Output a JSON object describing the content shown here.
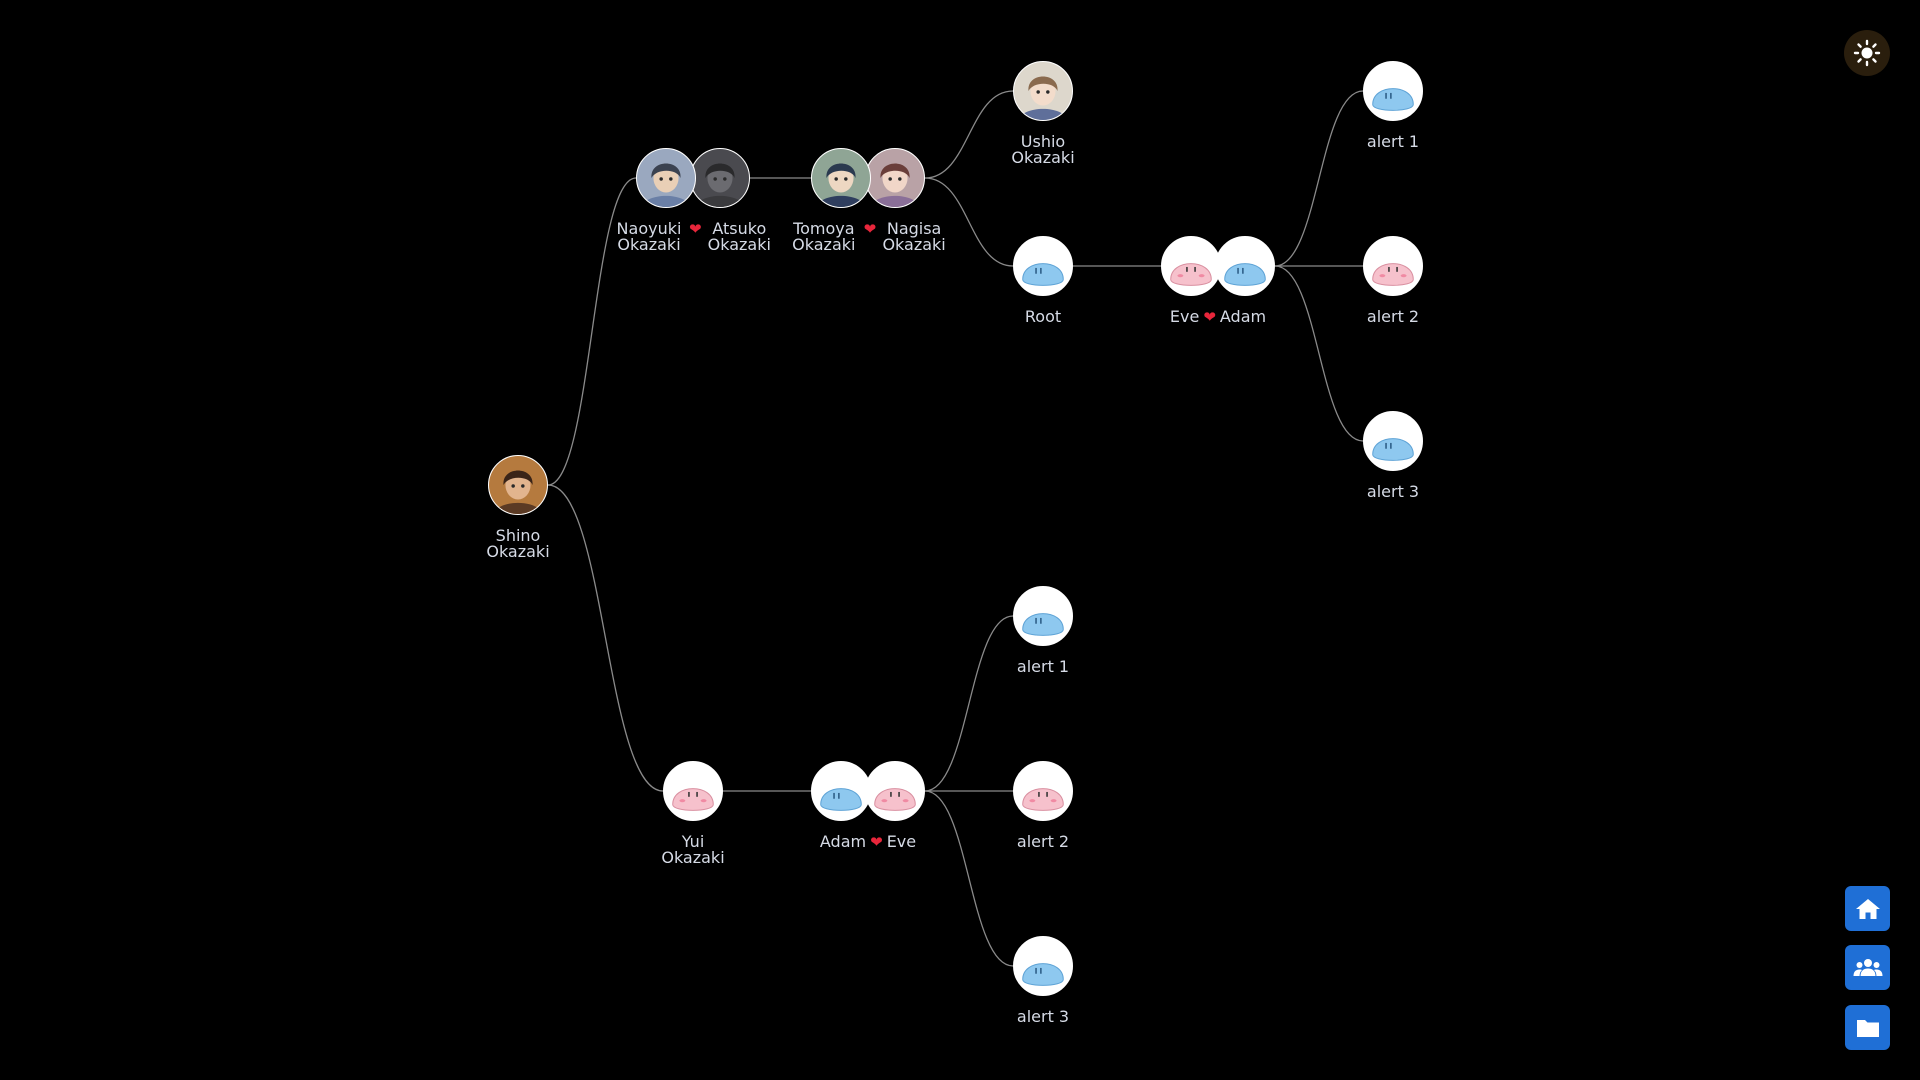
{
  "colors": {
    "background": "#000000",
    "edge": "#8a8a8a",
    "label": "#d6dbe6",
    "heart": "#e8263b",
    "button": "#1f6fd6",
    "toggle_bg": "#2a1e0d",
    "sun": "#ffffff"
  },
  "toolbar": {
    "theme_toggle_icon": "sun-icon",
    "buttons": [
      {
        "icon": "home-icon"
      },
      {
        "icon": "people-icon"
      },
      {
        "icon": "folder-icon"
      }
    ]
  },
  "tree": {
    "shino": {
      "names": [
        "Shino Okazaki"
      ],
      "avatars": [
        "shino-portrait"
      ]
    },
    "naoyuki_atsuko": {
      "names": [
        "Naoyuki Okazaki",
        "Atsuko Okazaki"
      ],
      "avatars": [
        "naoyuki-portrait",
        "atsuko-portrait"
      ]
    },
    "tomoya_nagisa": {
      "names": [
        "Tomoya Okazaki",
        "Nagisa Okazaki"
      ],
      "avatars": [
        "tomoya-portrait",
        "nagisa-portrait"
      ]
    },
    "ushio": {
      "names": [
        "Ushio Okazaki"
      ],
      "avatars": [
        "ushio-portrait"
      ]
    },
    "root": {
      "names": [
        "Root"
      ],
      "avatars": [
        "blue-dango"
      ]
    },
    "eve_adam": {
      "names": [
        "Eve",
        "Adam"
      ],
      "avatars": [
        "pink-dango",
        "blue-dango"
      ]
    },
    "alert1_top": {
      "names": [
        "alert 1"
      ],
      "avatars": [
        "blue-dango"
      ]
    },
    "alert2_top": {
      "names": [
        "alert 2"
      ],
      "avatars": [
        "pink-dango"
      ]
    },
    "alert3_top": {
      "names": [
        "alert 3"
      ],
      "avatars": [
        "blue-dango"
      ]
    },
    "yui": {
      "names": [
        "Yui Okazaki"
      ],
      "avatars": [
        "pink-dango"
      ]
    },
    "adam_eve": {
      "names": [
        "Adam",
        "Eve"
      ],
      "avatars": [
        "blue-dango",
        "pink-dango"
      ]
    },
    "alert1_bottom": {
      "names": [
        "alert 1"
      ],
      "avatars": [
        "blue-dango"
      ]
    },
    "alert2_bottom": {
      "names": [
        "alert 2"
      ],
      "avatars": [
        "pink-dango"
      ]
    },
    "alert3_bottom": {
      "names": [
        "alert 3"
      ],
      "avatars": [
        "blue-dango"
      ]
    }
  },
  "heart_symbol": "❤"
}
